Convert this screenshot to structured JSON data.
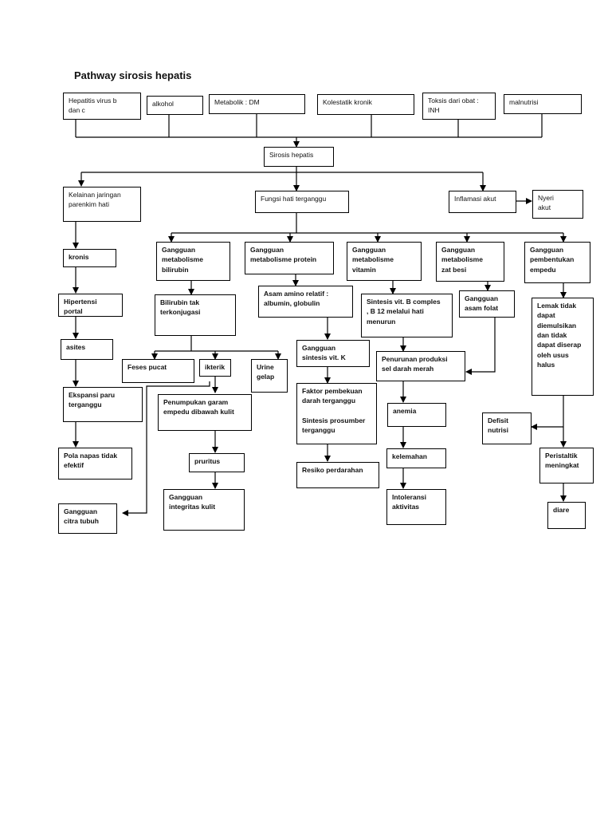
{
  "title": "Pathway sirosis hepatis",
  "causes": {
    "hepatitis": "Hepatitis virus b\ndan c",
    "alkohol": "alkohol",
    "metabolik": "Metabolik : DM",
    "kolestatik": "Kolestatik kronik",
    "toksis": "Toksis dari obat :\nINH",
    "malnutrisi": "malnutrisi"
  },
  "center": {
    "sirosis": "Sirosis hepatis",
    "kelainan": "Kelainan jaringan\nparenkim hati",
    "fungsi": "Fungsi hati terganggu",
    "inflamasi": "Inflamasi akut",
    "nyeri": "Nyeri\nakut"
  },
  "left_chain": {
    "kronis": "kronis",
    "hipertensi": "Hipertensi portal",
    "asites": "asites",
    "ekspansi": "Ekspansi paru\nterganggu",
    "pola": "Pola napas tidak\nefektif",
    "citra": "Gangguan\ncitra tubuh"
  },
  "bilirubin": {
    "gangguan": "Gangguan\nmetabolisme\nbilirubin",
    "tak_konjugasi": "Bilirubin tak\nterkonjugasi",
    "feses": "Feses pucat",
    "ikterik": "ikterik",
    "urine": "Urine\ngelap",
    "penumpukan": "Penumpukan garam\nempedu dibawah kulit",
    "pruritus": "pruritus",
    "integritas": "Gangguan\nintegritas kulit"
  },
  "protein": {
    "gangguan": "Gangguan\nmetabolisme protein",
    "asam_amino": "Asam amino relatif :\nalbumin, globulin",
    "sintesis_k": "Gangguan\nsintesis  vit. K",
    "faktor": "Faktor pembekuan\ndarah terganggu\n\nSintesis prosumber\nterganggu",
    "perdarahan": "Resiko perdarahan"
  },
  "vitamin": {
    "gangguan": "Gangguan\nmetabolisme\nvitamin",
    "sintesis_b": "Sintesis vit. B comples\n, B 12 melalui hati\nmenurun",
    "penurunan": "Penurunan produksi\nsel darah merah",
    "anemia": "anemia",
    "kelemahan": "kelemahan",
    "intoleransi": "Intoleransi\naktivitas"
  },
  "zat_besi": {
    "gangguan": "Gangguan\nmetabolisme\nzat besi",
    "asam_folat": "Gangguan\nasam folat"
  },
  "empedu": {
    "gangguan": "Gangguan\npembentukan\nempedu",
    "lemak": "Lemak tidak\ndapat\ndiemulsikan\ndan tidak\ndapat diserap\noleh usus\nhalus",
    "defisit": "Defisit\nnutrisi",
    "peristaltik": "Peristaltik\nmeningkat",
    "diare": "diare"
  }
}
